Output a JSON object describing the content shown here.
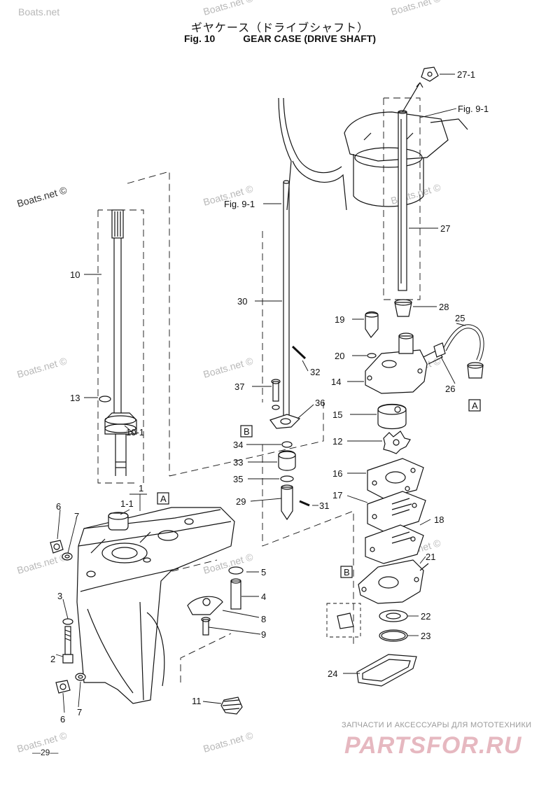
{
  "header": {
    "title_jp": "ギヤケース（ドライブシャフト）",
    "fig_number": "Fig. 10",
    "title_en": "GEAR CASE (DRIVE SHAFT)"
  },
  "callouts": [
    {
      "id": "c27-1",
      "text": "27-1"
    },
    {
      "id": "c-fig91-top",
      "text": "Fig. 9-1"
    },
    {
      "id": "c-fig91-mid",
      "text": "Fig. 9-1"
    },
    {
      "id": "c27",
      "text": "27"
    },
    {
      "id": "c28",
      "text": "28"
    },
    {
      "id": "c25",
      "text": "25"
    },
    {
      "id": "c19",
      "text": "19"
    },
    {
      "id": "c20",
      "text": "20"
    },
    {
      "id": "c14",
      "text": "14"
    },
    {
      "id": "c26",
      "text": "26"
    },
    {
      "id": "cA1",
      "text": "A"
    },
    {
      "id": "c10",
      "text": "10"
    },
    {
      "id": "c30",
      "text": "30"
    },
    {
      "id": "c32",
      "text": "32"
    },
    {
      "id": "c37",
      "text": "37"
    },
    {
      "id": "c36",
      "text": "36"
    },
    {
      "id": "cB1",
      "text": "B"
    },
    {
      "id": "c34",
      "text": "34"
    },
    {
      "id": "c15",
      "text": "15"
    },
    {
      "id": "c12",
      "text": "12"
    },
    {
      "id": "c13",
      "text": "13"
    },
    {
      "id": "c10-1",
      "text": "10-1"
    },
    {
      "id": "c33",
      "text": "33"
    },
    {
      "id": "c35",
      "text": "35"
    },
    {
      "id": "c16",
      "text": "16"
    },
    {
      "id": "c17",
      "text": "17"
    },
    {
      "id": "c29",
      "text": "29"
    },
    {
      "id": "c31",
      "text": "31"
    },
    {
      "id": "c18",
      "text": "18"
    },
    {
      "id": "c1",
      "text": "1"
    },
    {
      "id": "c1-1",
      "text": "1-1"
    },
    {
      "id": "cA2",
      "text": "A"
    },
    {
      "id": "c6a",
      "text": "6"
    },
    {
      "id": "c7a",
      "text": "7"
    },
    {
      "id": "c21",
      "text": "21"
    },
    {
      "id": "c5",
      "text": "5"
    },
    {
      "id": "cB2",
      "text": "B"
    },
    {
      "id": "c4",
      "text": "4"
    },
    {
      "id": "c3",
      "text": "3"
    },
    {
      "id": "c8",
      "text": "8"
    },
    {
      "id": "c22",
      "text": "22"
    },
    {
      "id": "c9",
      "text": "9"
    },
    {
      "id": "c23",
      "text": "23"
    },
    {
      "id": "c2",
      "text": "2"
    },
    {
      "id": "c24",
      "text": "24"
    },
    {
      "id": "c11",
      "text": "11"
    },
    {
      "id": "c6b",
      "text": "6"
    },
    {
      "id": "c7b",
      "text": "7"
    }
  ],
  "watermarks": [
    {
      "text": "Boats.net"
    },
    {
      "text": "Boats.net ©"
    },
    {
      "text": "Boats.net ©"
    },
    {
      "text": "Boats.net ©"
    },
    {
      "text": "Boats.net ©"
    },
    {
      "text": "Boats.net ©"
    },
    {
      "text": "Boats.net ©"
    },
    {
      "text": "Boats.net ©"
    },
    {
      "text": "Boats.net ©"
    },
    {
      "text": "Boats.net ©"
    },
    {
      "text": "Boats.net ©"
    },
    {
      "text": "Boats.net ©"
    },
    {
      "text": "Boats.net ©"
    },
    {
      "text": "Boats.net ©"
    }
  ],
  "footer": {
    "page_number": "—29—",
    "store_tagline": "ЗАПЧАСТИ И АКСЕССУАРЫ ДЛЯ МОТОТЕХНИКИ",
    "store_logo": "PARTSFOR.RU"
  }
}
